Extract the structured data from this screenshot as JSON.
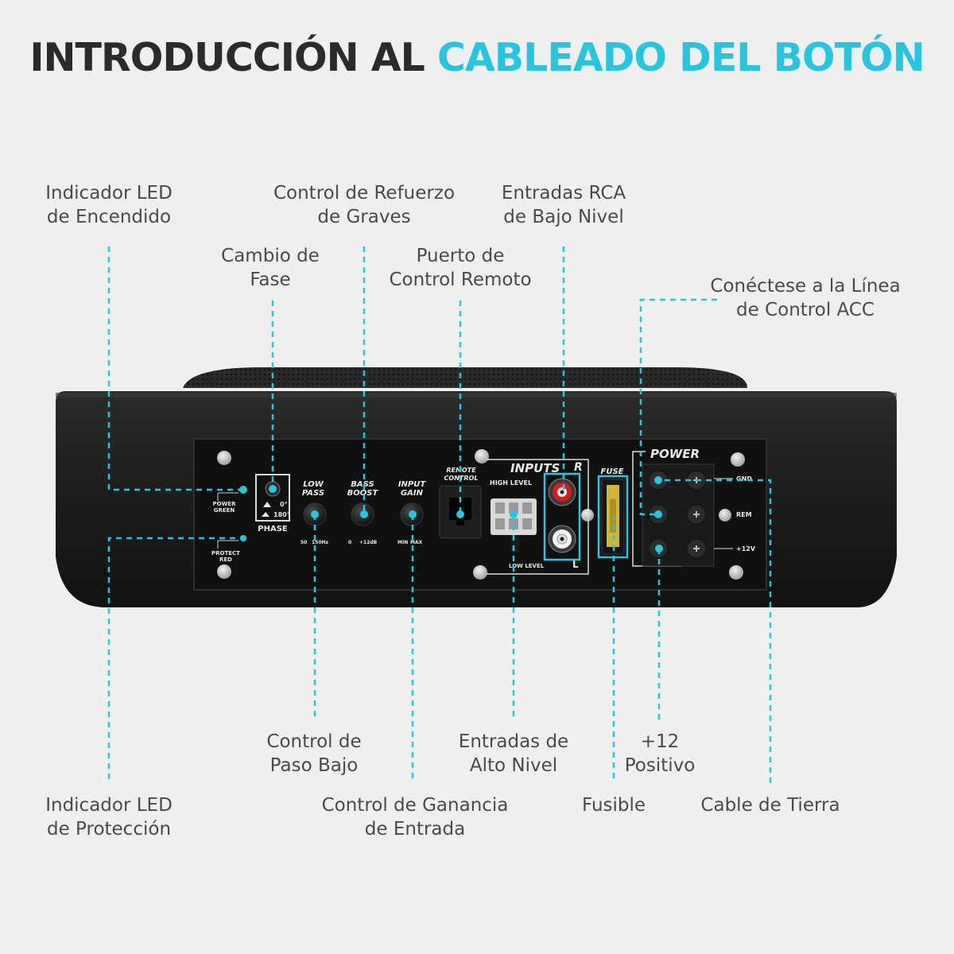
{
  "title": {
    "prefix": "INTRODUCCIÓN AL ",
    "highlight": "CABLEADO DEL BOTÓN"
  },
  "callouts": {
    "power_led": [
      "Indicador LED",
      "de Encendido"
    ],
    "phase": [
      "Cambio de",
      "Fase"
    ],
    "bass_boost": [
      "Control de Refuerzo",
      "de Graves"
    ],
    "remote_port": [
      "Puerto de",
      "Control Remoto"
    ],
    "rca_inputs": [
      "Entradas RCA",
      "de Bajo Nivel"
    ],
    "acc_line": [
      "Conéctese a la Línea",
      "de Control ACC"
    ],
    "protect_led": [
      "Indicador LED",
      "de Protección"
    ],
    "low_pass": [
      "Control de",
      "Paso Bajo"
    ],
    "input_gain": [
      "Control de Ganancia",
      "de Entrada"
    ],
    "high_level": [
      "Entradas de",
      "Alto Nivel"
    ],
    "fuse": [
      "Fusible"
    ],
    "positive": [
      "+12",
      "Positivo"
    ],
    "ground": [
      "Cable de Tierra"
    ]
  },
  "panel": {
    "power_green": [
      "POWER",
      "GREEN"
    ],
    "protect_red": [
      "PROTECT",
      "RED"
    ],
    "phase": "PHASE",
    "phase_0": "0°",
    "phase_180": "180°",
    "low_pass": [
      "LOW",
      "PASS"
    ],
    "low_pass_range": [
      "50",
      "150Hz"
    ],
    "bass_boost": [
      "BASS",
      "BOOST"
    ],
    "bass_boost_range": [
      "0",
      "+12dB"
    ],
    "input_gain": [
      "INPUT",
      "GAIN"
    ],
    "input_gain_range": [
      "MIN",
      "MAX"
    ],
    "remote_control": [
      "REMOTE",
      "CONTROL"
    ],
    "inputs": "INPUTS",
    "inputs_r": "R",
    "inputs_l": "L",
    "high_level": "HIGH  LEVEL",
    "low_level": "LOW   LEVEL",
    "fuse": "FUSE",
    "power": "POWER",
    "gnd": "GND",
    "rem": "REM",
    "plus12v": "+12V"
  },
  "colors": {
    "accent": "#27c5e0",
    "device_body": "#1d1d1d",
    "panel": "#111111",
    "led_green": "#3fd07a",
    "led_red": "#e03a3a",
    "rca_red": "#d21e1e",
    "fuse_yellow": "#e7c93a"
  }
}
